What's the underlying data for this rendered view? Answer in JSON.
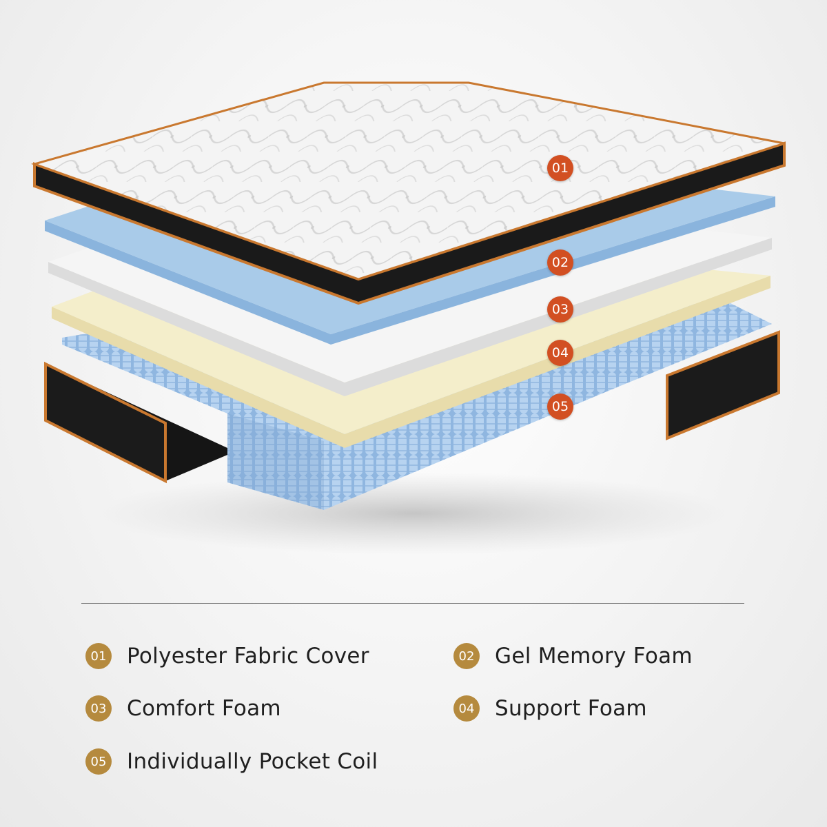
{
  "layers": [
    {
      "num": "01",
      "label": "Polyester Fabric Cover"
    },
    {
      "num": "02",
      "label": "Gel Memory Foam"
    },
    {
      "num": "03",
      "label": "Comfort Foam"
    },
    {
      "num": "04",
      "label": "Support Foam"
    },
    {
      "num": "05",
      "label": "Individually Pocket Coil"
    }
  ],
  "colors": {
    "badge": "#d24f22",
    "legend_badge": "#b58a3e",
    "trim": "#c9782f",
    "gel": "#a9cbe9",
    "comfort": "#f2f2f2",
    "support": "#f3ecc6",
    "coil": "#9cc0e6"
  }
}
